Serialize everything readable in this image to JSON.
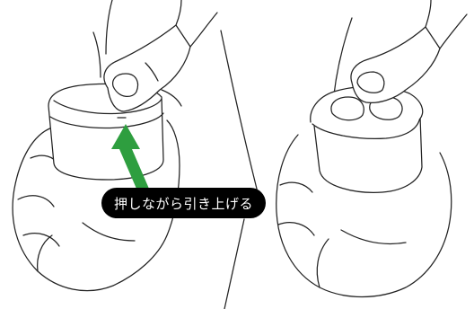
{
  "caption": "押しながら引き上げる",
  "colors": {
    "arrow": "#2E9E3F",
    "line": "#222222",
    "label_bg": "#000000",
    "label_text": "#FFFFFF"
  },
  "panels": [
    {
      "name": "step-press-and-lift",
      "arrow_direction": "up"
    },
    {
      "name": "step-lid-open"
    }
  ]
}
